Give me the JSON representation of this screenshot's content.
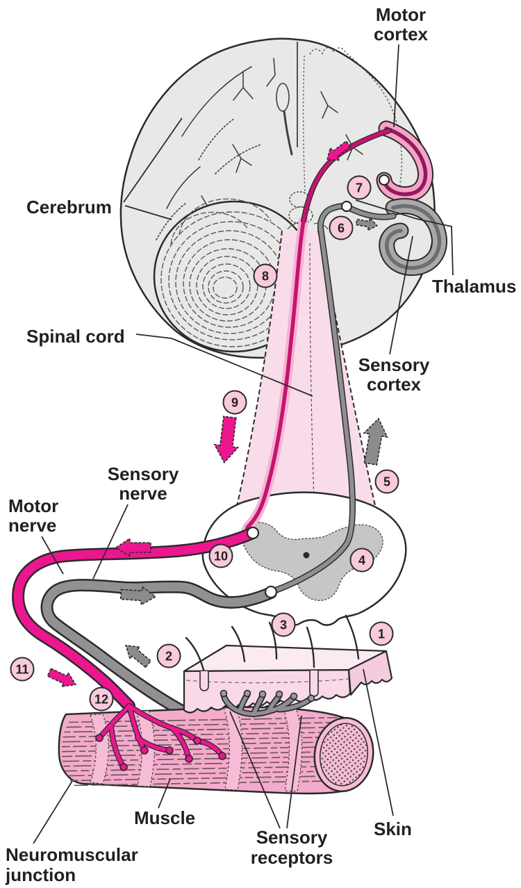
{
  "figure": {
    "type": "anatomical-diagram",
    "subject": "Nervous system reflex pathway from sensory receptors in the skin to muscle via spinal cord and brain"
  },
  "labels": {
    "motor_cortex": {
      "line1": "Motor",
      "line2": "cortex"
    },
    "cerebrum": {
      "text": "Cerebrum"
    },
    "thalamus": {
      "text": "Thalamus"
    },
    "sensory_cortex": {
      "line1": "Sensory",
      "line2": "cortex"
    },
    "spinal_cord": {
      "text": "Spinal cord"
    },
    "sensory_nerve": {
      "line1": "Sensory",
      "line2": "nerve"
    },
    "motor_nerve": {
      "line1": "Motor",
      "line2": "nerve"
    },
    "muscle": {
      "text": "Muscle"
    },
    "neuromuscular_junction": {
      "line1": "Neuromuscular",
      "line2": "junction"
    },
    "sensory_receptors": {
      "line1": "Sensory",
      "line2": "receptors"
    },
    "skin": {
      "text": "Skin"
    }
  },
  "step_numbers": [
    "1",
    "2",
    "3",
    "4",
    "5",
    "6",
    "7",
    "8",
    "9",
    "10",
    "11",
    "12"
  ],
  "colors": {
    "motor_pathway": "#EC168F",
    "motor_pathway_dark": "#9E1A62",
    "sensory_pathway": "#8F8F92",
    "spinal_cord_fill": "#F9DCE9",
    "muscle_fill": "#F3ABCA",
    "muscle_band_fill": "#F6BCD5",
    "skin_fill": "#F9D9E8",
    "brain_fill": "#E8E8E7",
    "gray_matter_fill": "#C6C6C8",
    "number_badge_fill": "#F9C9DC",
    "outline": "#2A2A2A"
  }
}
